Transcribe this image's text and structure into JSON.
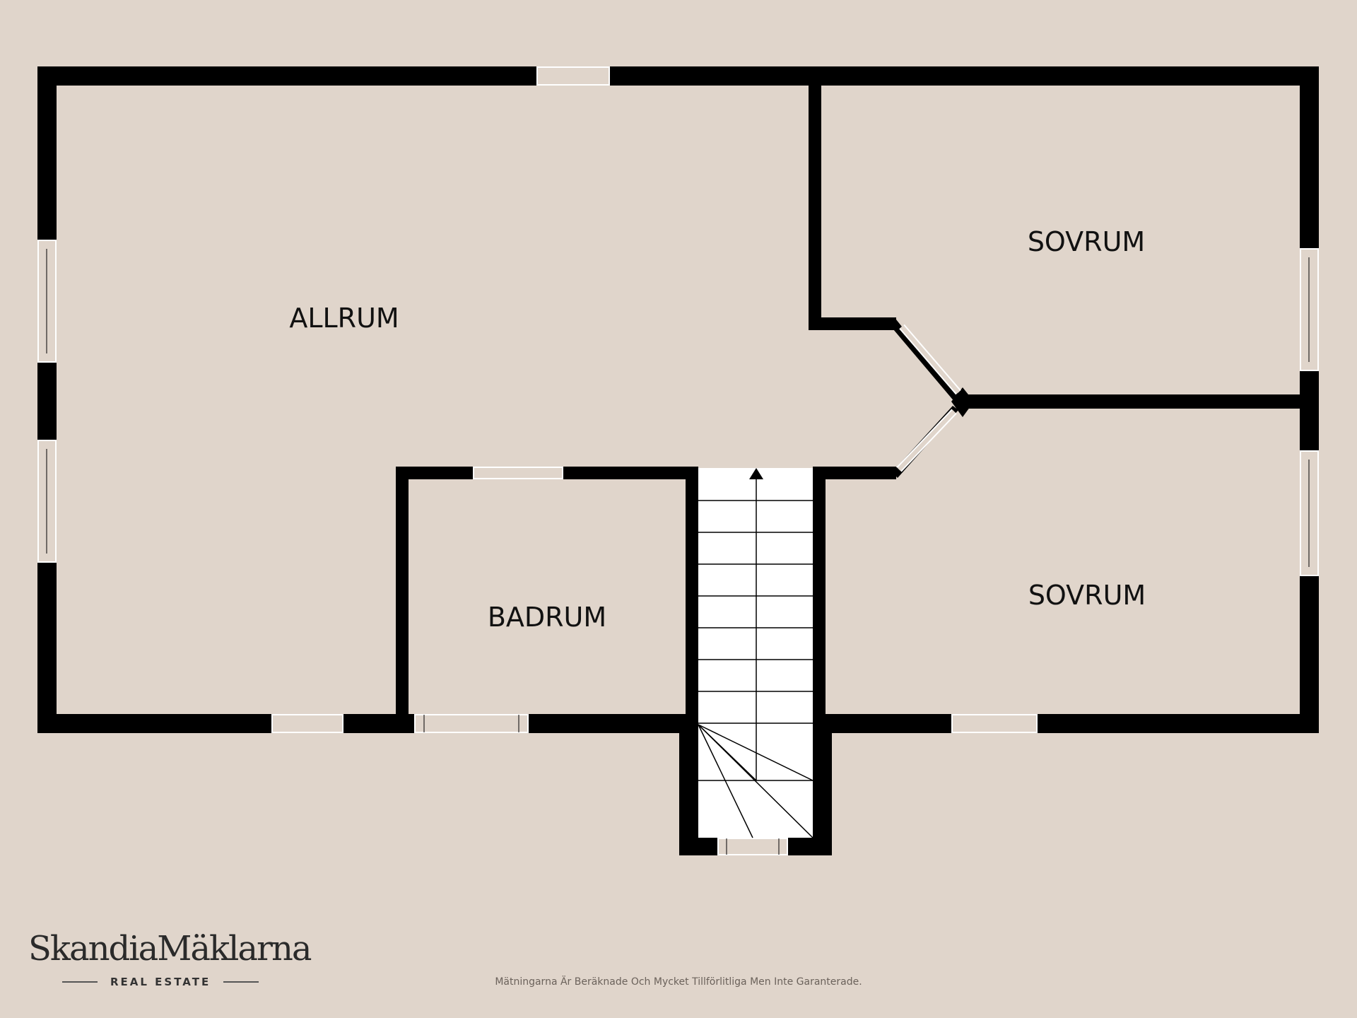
{
  "rooms": {
    "allrum": "ALLRUM",
    "sovrum_top": "SOVRUM",
    "sovrum_bottom": "SOVRUM",
    "badrum": "BADRUM"
  },
  "brand": {
    "name": "SkandiaMäklarna",
    "tagline": "REAL ESTATE"
  },
  "footer": {
    "disclaimer": "Mätningarna Är Beräknade Och Mycket Tillförlitliga Men Inte Garanterade."
  },
  "colors": {
    "background": "#e0d5cb",
    "wall": "#000000",
    "stairs": "#ffffff"
  }
}
